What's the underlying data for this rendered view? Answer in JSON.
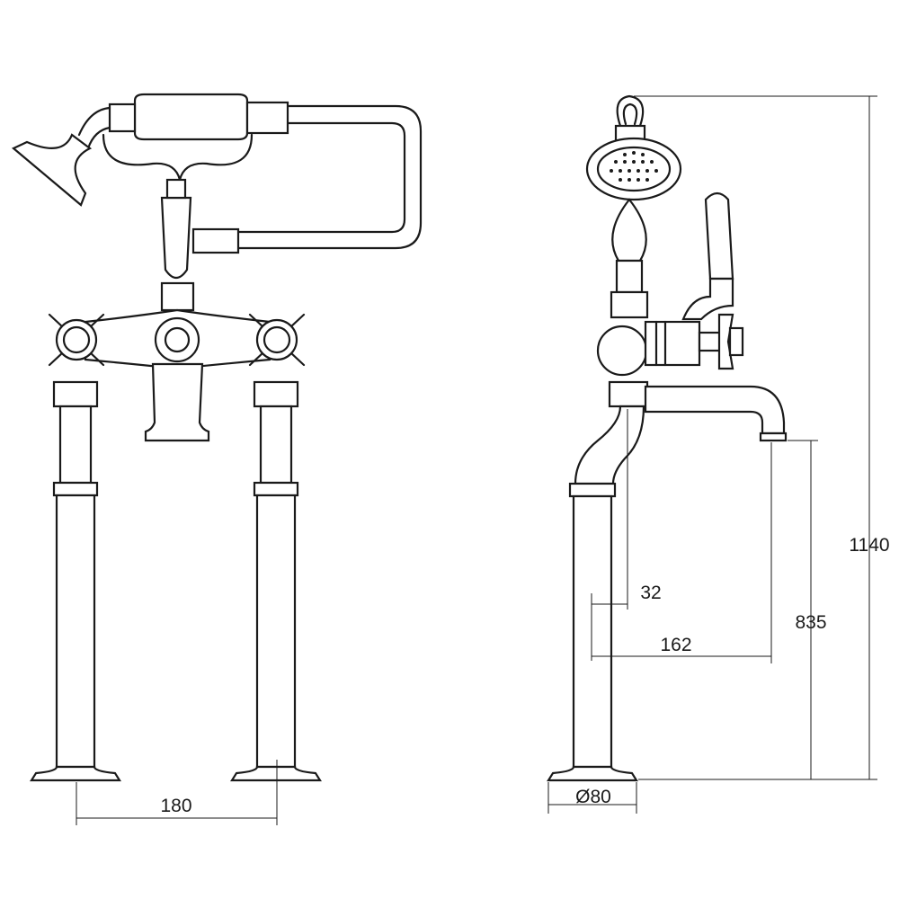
{
  "title": "Floor-standing bath shower mixer technical drawing",
  "dimensions": {
    "leg_spacing": "180",
    "base_diameter": "Ø80",
    "spout_offset": "32",
    "spout_reach": "162",
    "spout_height": "835",
    "overall_height": "1140"
  },
  "colors": {
    "line": "#1a1a1a",
    "background": "#ffffff"
  }
}
